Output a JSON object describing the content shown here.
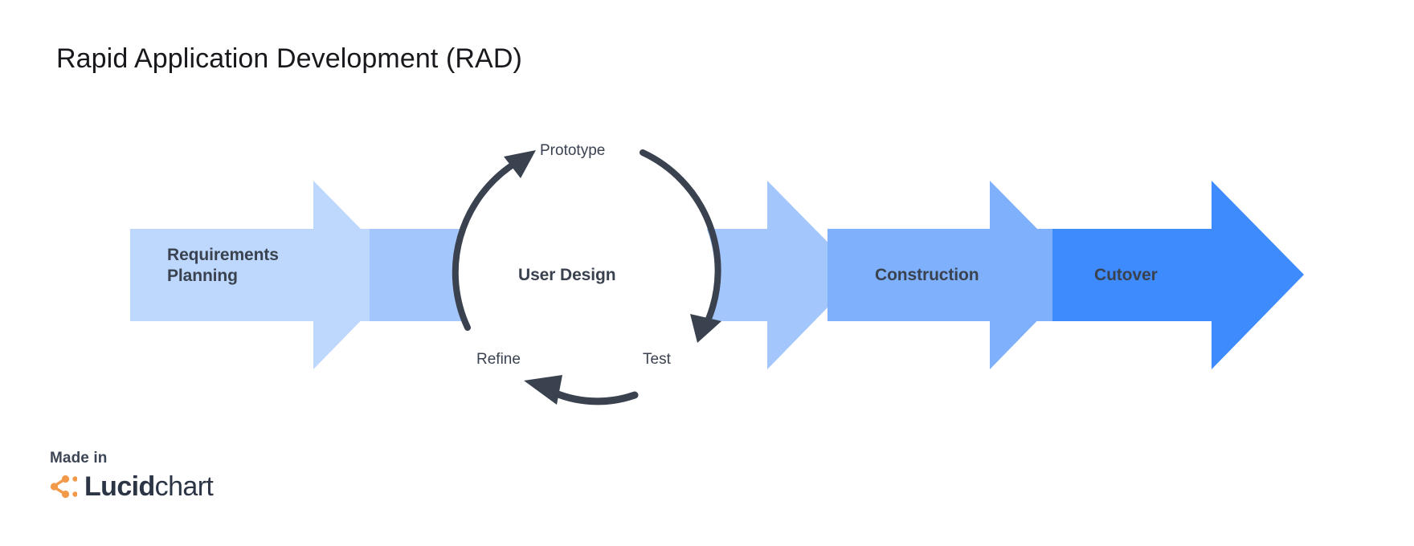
{
  "page": {
    "title": "Rapid Application Development (RAD)",
    "background": "#ffffff"
  },
  "chart_data": {
    "type": "diagram",
    "subtype": "process-flow-with-feedback-loop",
    "title": "Rapid Application Development (RAD)",
    "stages": [
      {
        "label": "Requirements\nPlanning",
        "order": 1,
        "color": "#bdd7fd"
      },
      {
        "label": "User Design",
        "order": 2,
        "color": "#a3c6fc"
      },
      {
        "label": "Construction",
        "order": 3,
        "color": "#7fb0fb"
      },
      {
        "label": "Cutover",
        "order": 4,
        "color": "#3d8bfd"
      }
    ],
    "cycle": {
      "center_label": "User Design",
      "steps": [
        "Prototype",
        "Test",
        "Refine"
      ],
      "direction": "clockwise",
      "arrow_color": "#3a4250"
    },
    "legend": null,
    "grid": false
  },
  "flow": {
    "stage1_label": "Requirements\nPlanning",
    "stage2_label": "User Design",
    "stage3_label": "Construction",
    "stage4_label": "Cutover"
  },
  "cycle": {
    "prototype_label": "Prototype",
    "test_label": "Test",
    "refine_label": "Refine"
  },
  "colors": {
    "stage1": "#bdd7fd",
    "stage2": "#a3c6fc",
    "stage3": "#7fb0fb",
    "stage4": "#3d8bfd",
    "text_dark": "#3a4250",
    "title": "#18191c",
    "arc": "#3a4250",
    "lucid_orange": "#f2994a",
    "lucid_dark": "#2c3545"
  },
  "footer": {
    "made_in": "Made in",
    "brand_bold": "Lucid",
    "brand_regular": "chart",
    "logo_icon": "lucid-nodes-icon"
  }
}
